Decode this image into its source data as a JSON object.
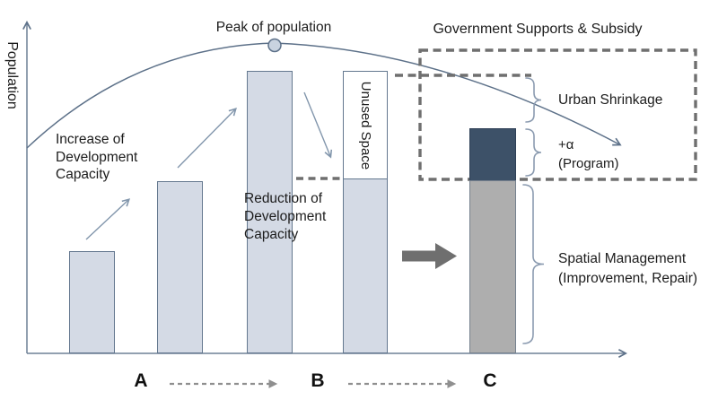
{
  "axis": {
    "y_label": "Population"
  },
  "curve": {
    "peak_label": "Peak of population"
  },
  "annotations": {
    "increase": {
      "lines": [
        "Increase of",
        "Development",
        "Capacity"
      ]
    },
    "reduction": {
      "lines": [
        "Reduction of",
        "Development",
        "Capacity"
      ]
    },
    "unused_space": "Unused Space",
    "government": "Government Supports & Subsidy",
    "urban_shrinkage": "Urban Shrinkage",
    "alpha": "+α",
    "program": "(Program)",
    "spatial_line1": "Spatial Management",
    "spatial_line2": "(Improvement, Repair)"
  },
  "stages": {
    "a": "A",
    "b": "B",
    "c": "C"
  },
  "colors": {
    "bar_fill": "#d4dae5",
    "bar_stroke": "#64788f",
    "program_fill": "#3d5168",
    "management_fill": "#aeaeae",
    "curve_stroke": "#5d7189",
    "dashed_gray": "#6f6f6f",
    "light_arrow": "#8296ac",
    "brace": "#8b9bb0",
    "big_arrow": "#6f6f6f",
    "text": "#1c1c1c"
  }
}
